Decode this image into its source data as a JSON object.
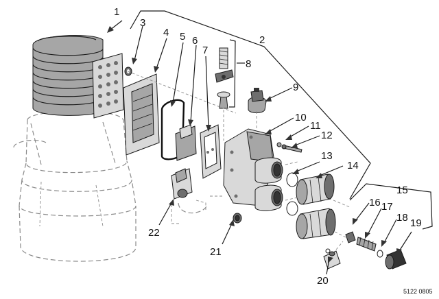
{
  "diagram": {
    "reference_code": "5122 0805",
    "callouts": [
      "1",
      "2",
      "3",
      "4",
      "5",
      "6",
      "7",
      "8",
      "9",
      "10",
      "11",
      "12",
      "13",
      "14",
      "15",
      "16",
      "17",
      "18",
      "19",
      "20",
      "21",
      "22"
    ]
  }
}
